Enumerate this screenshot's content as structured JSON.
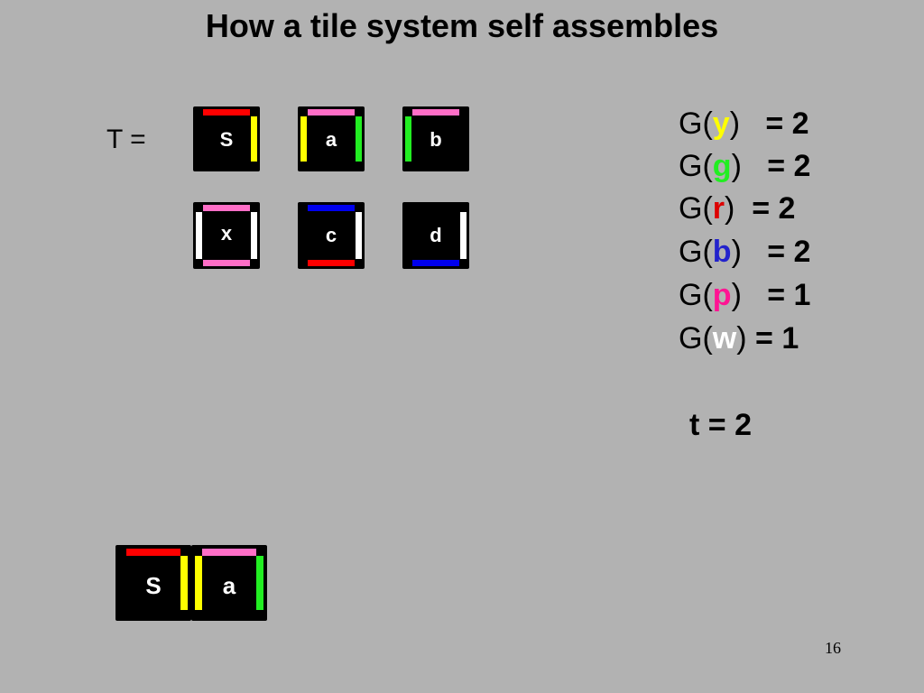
{
  "slide": {
    "title": "How a tile system self assembles",
    "set_label": "T =",
    "page_number": "16"
  },
  "colors": {
    "red": "#ff0000",
    "pink": "#ff6ec7",
    "yellow": "#ffff00",
    "green": "#22ee22",
    "blue": "#0000ee",
    "white": "#ffffff",
    "tile_bg": "#000000",
    "slide_bg": "#b2b2b2"
  },
  "tiles": [
    {
      "label": "S",
      "north": "red",
      "east": "yellow",
      "south": null,
      "west": null
    },
    {
      "label": "a",
      "north": "pink",
      "east": "green",
      "south": null,
      "west": "yellow"
    },
    {
      "label": "b",
      "north": "pink",
      "east": null,
      "south": null,
      "west": "green"
    },
    {
      "label": "x",
      "north": "pink",
      "east": "white",
      "south": "pink",
      "west": "white"
    },
    {
      "label": "c",
      "north": "blue",
      "east": "white",
      "south": "red",
      "west": null
    },
    {
      "label": "d",
      "north": null,
      "east": "white",
      "south": "blue",
      "west": null
    }
  ],
  "glue_strengths": [
    {
      "prefix": "G(",
      "glue": "y",
      "suffix": ")",
      "gap": "   ",
      "value": "= 2",
      "color": "#ffff00"
    },
    {
      "prefix": "G(",
      "glue": "g",
      "suffix": ")",
      "gap": "   ",
      "value": "= 2",
      "color": "#22ee22"
    },
    {
      "prefix": "G(",
      "glue": "r",
      "suffix": ")",
      "gap": "  ",
      "value": "= 2",
      "color": "#dd0000"
    },
    {
      "prefix": "G(",
      "glue": "b",
      "suffix": ")",
      "gap": "   ",
      "value": "= 2",
      "color": "#2222cc"
    },
    {
      "prefix": "G(",
      "glue": "p",
      "suffix": ")",
      "gap": "   ",
      "value": "= 1",
      "color": "#ff1493"
    },
    {
      "prefix": "G(",
      "glue": "w",
      "suffix": ")",
      "gap": " ",
      "value": "= 1",
      "color": "#ffffff"
    }
  ],
  "temperature": "t = 2",
  "assembly": {
    "tiles": [
      {
        "label": "S",
        "north": "red",
        "east": "yellow"
      },
      {
        "label": "a",
        "north": "pink",
        "east": "green",
        "west": "yellow"
      }
    ]
  }
}
